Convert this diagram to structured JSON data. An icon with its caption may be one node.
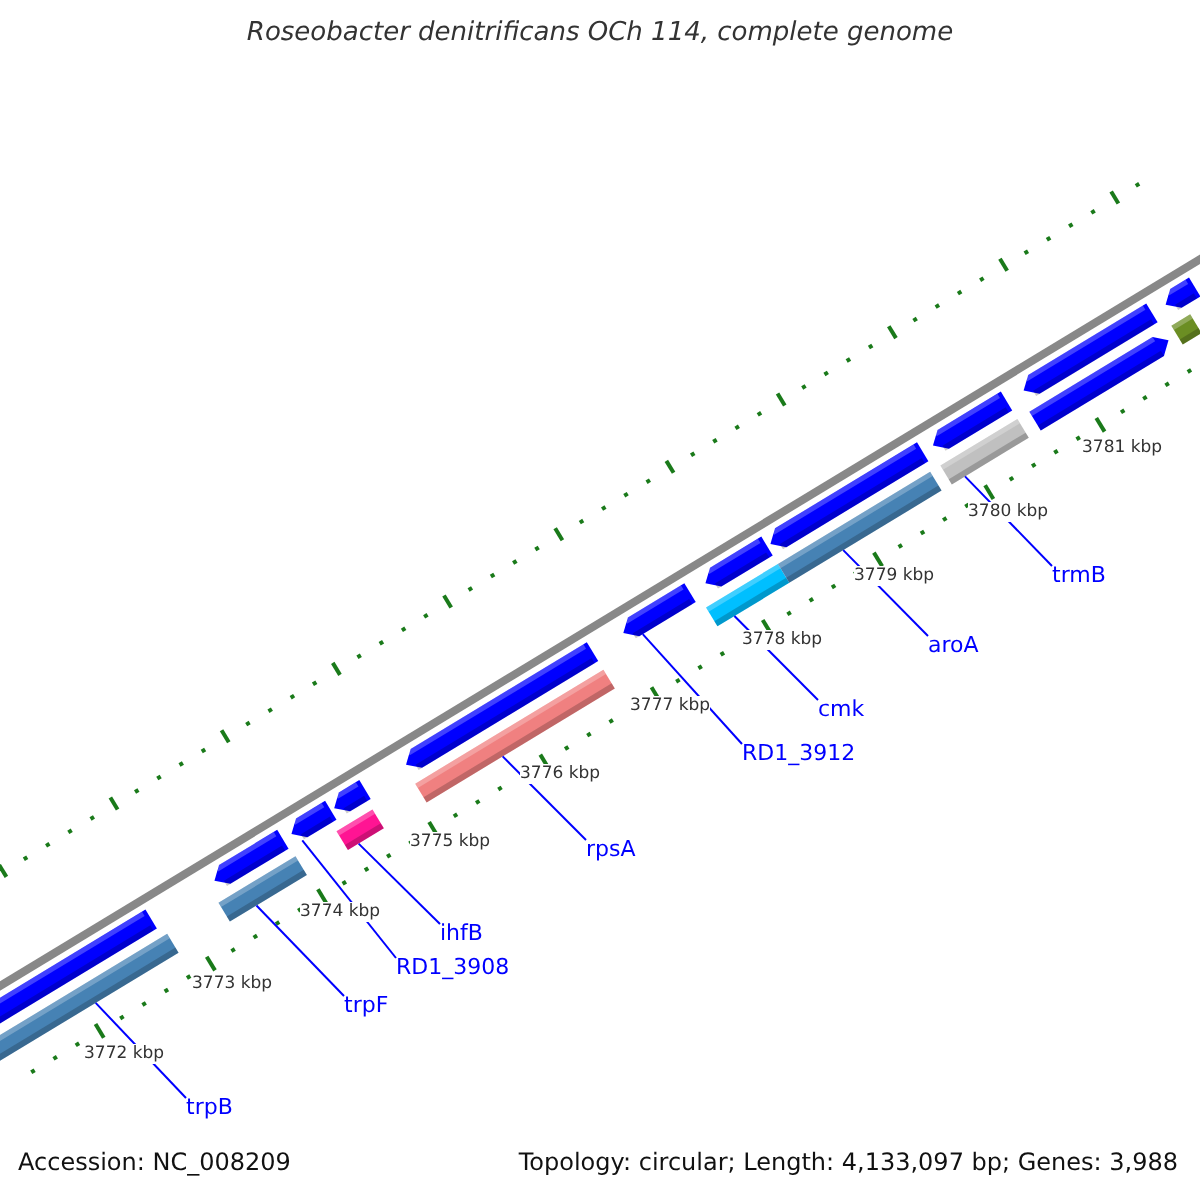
{
  "diagram": {
    "title": "Roseobacter denitrificans OCh 114, complete genome",
    "nodes": [
      {
        "text": [
          "trpB"
        ]
      },
      {
        "text": [
          "trpF"
        ]
      },
      {
        "text": [
          "RD1_3908"
        ]
      },
      {
        "text": [
          "ihfB"
        ]
      },
      {
        "text": [
          "rpsA"
        ]
      },
      {
        "text": [
          "RD1_3912"
        ]
      },
      {
        "text": [
          "cmk"
        ]
      },
      {
        "text": [
          "aroA"
        ]
      },
      {
        "text": [
          "trmB"
        ]
      },
      {
        "text": [],
        "shape": "pentagon"
      },
      {
        "text": [],
        "shape": "bar"
      },
      {
        "text": [],
        "shape": "bar"
      },
      {
        "text": [],
        "shape": "pentagon"
      },
      {
        "text": [],
        "shape": "pentagon"
      },
      {
        "text": [],
        "shape": "bar"
      },
      {
        "text": [],
        "shape": "pentagon"
      },
      {
        "text": [],
        "shape": "bar"
      },
      {
        "text": [],
        "shape": "pentagon"
      },
      {
        "text": [],
        "shape": "pentagon"
      },
      {
        "text": [],
        "shape": "bar"
      },
      {
        "text": [],
        "shape": "pentagon"
      },
      {
        "text": [],
        "shape": "bar"
      },
      {
        "text": [],
        "shape": "pentagon"
      },
      {
        "text": [],
        "shape": "bar"
      },
      {
        "text": [],
        "shape": "pentagon"
      },
      {
        "text": [],
        "shape": "pentagon"
      },
      {
        "text": [],
        "shape": "pentagon"
      },
      {
        "text": [],
        "shape": "bar"
      },
      {
        "text": [],
        "shape": "pentagon"
      }
    ],
    "edges": [
      {
        "from": 0,
        "to": 10,
        "arrow": "none"
      },
      {
        "from": 1,
        "to": 11,
        "arrow": "none"
      },
      {
        "from": 2,
        "to": 13,
        "arrow": "none"
      },
      {
        "from": 3,
        "to": 14,
        "arrow": "none"
      },
      {
        "from": 4,
        "to": 16,
        "arrow": "none"
      },
      {
        "from": 5,
        "to": 18,
        "arrow": "none"
      },
      {
        "from": 6,
        "to": 19,
        "arrow": "none"
      },
      {
        "from": 7,
        "to": 21,
        "arrow": "none"
      },
      {
        "from": 8,
        "to": 23,
        "arrow": "none"
      }
    ],
    "labels": [
      "3772 kbp",
      "3773 kbp",
      "3774 kbp",
      "3775 kbp",
      "3776 kbp",
      "3777 kbp",
      "3778 kbp",
      "3779 kbp",
      "3780 kbp",
      "3781 kbp",
      "Accession: NC_008209",
      "Topology: circular; Length: 4,133,097 bp; Genes: 3,988"
    ]
  }
}
